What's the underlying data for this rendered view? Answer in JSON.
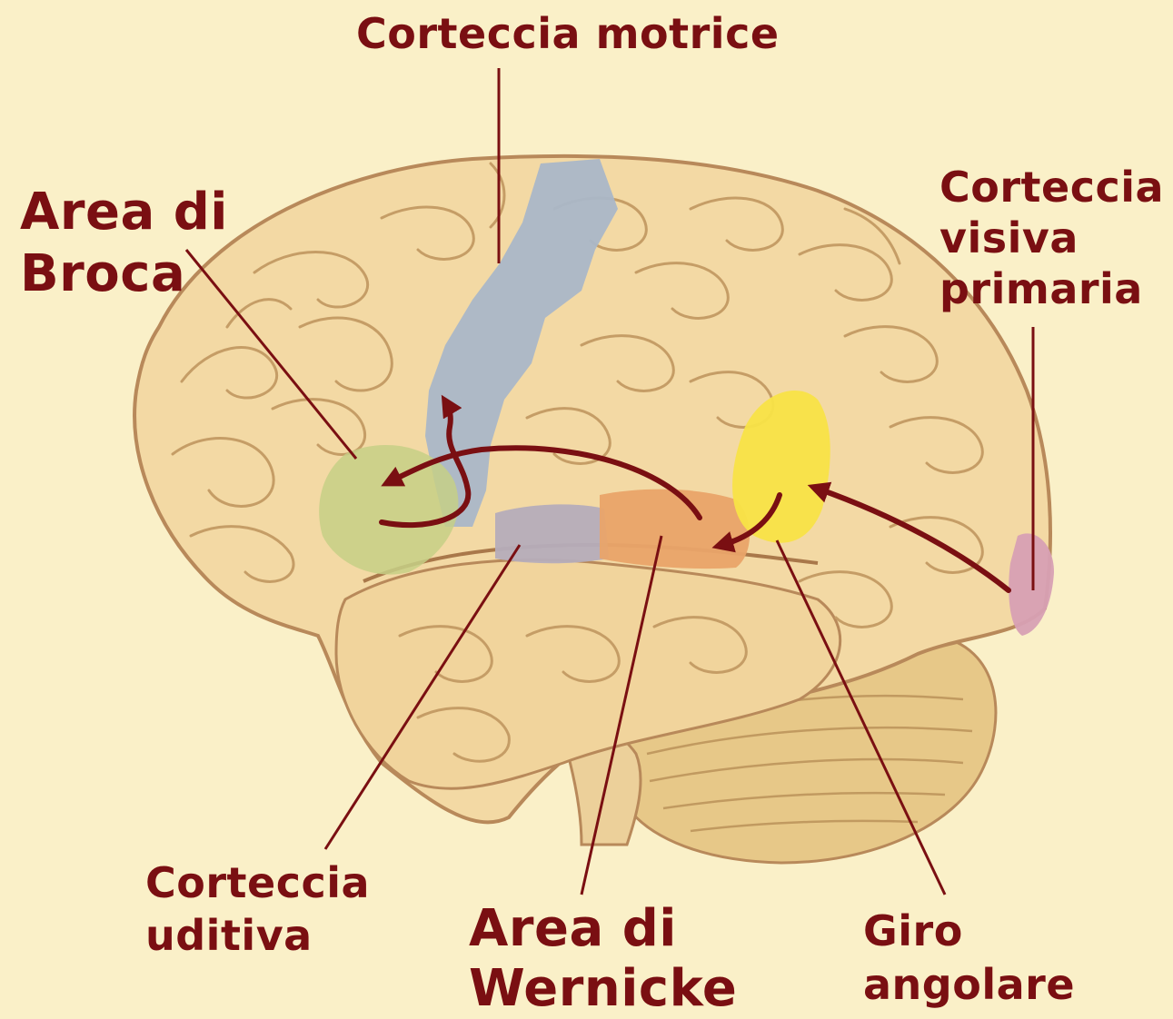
{
  "labels": {
    "motor_cortex": "Corteccia motrice",
    "broca": [
      "Area di",
      "Broca"
    ],
    "visual_cortex": [
      "Corteccia",
      "visiva",
      "primaria"
    ],
    "auditory_cortex": [
      "Corteccia",
      "uditiva"
    ],
    "wernicke": [
      "Area di",
      "Wernicke"
    ],
    "angular_gyrus": [
      "Giro",
      "angolare"
    ]
  },
  "colors": {
    "background": "#faf0c8",
    "label_text": "#7a0f12",
    "brain_tissue": "#f3d9a4",
    "sulcus_lines": "#b8895a",
    "motor_region": "#aab7c8",
    "broca_region": "#c6cf86",
    "auditory_region": "#b5adbb",
    "wernicke_region": "#e9a469",
    "angular_region": "#f8e347",
    "visual_region": "#d7a0b4",
    "pathway_arrows": "#7a0f12"
  }
}
